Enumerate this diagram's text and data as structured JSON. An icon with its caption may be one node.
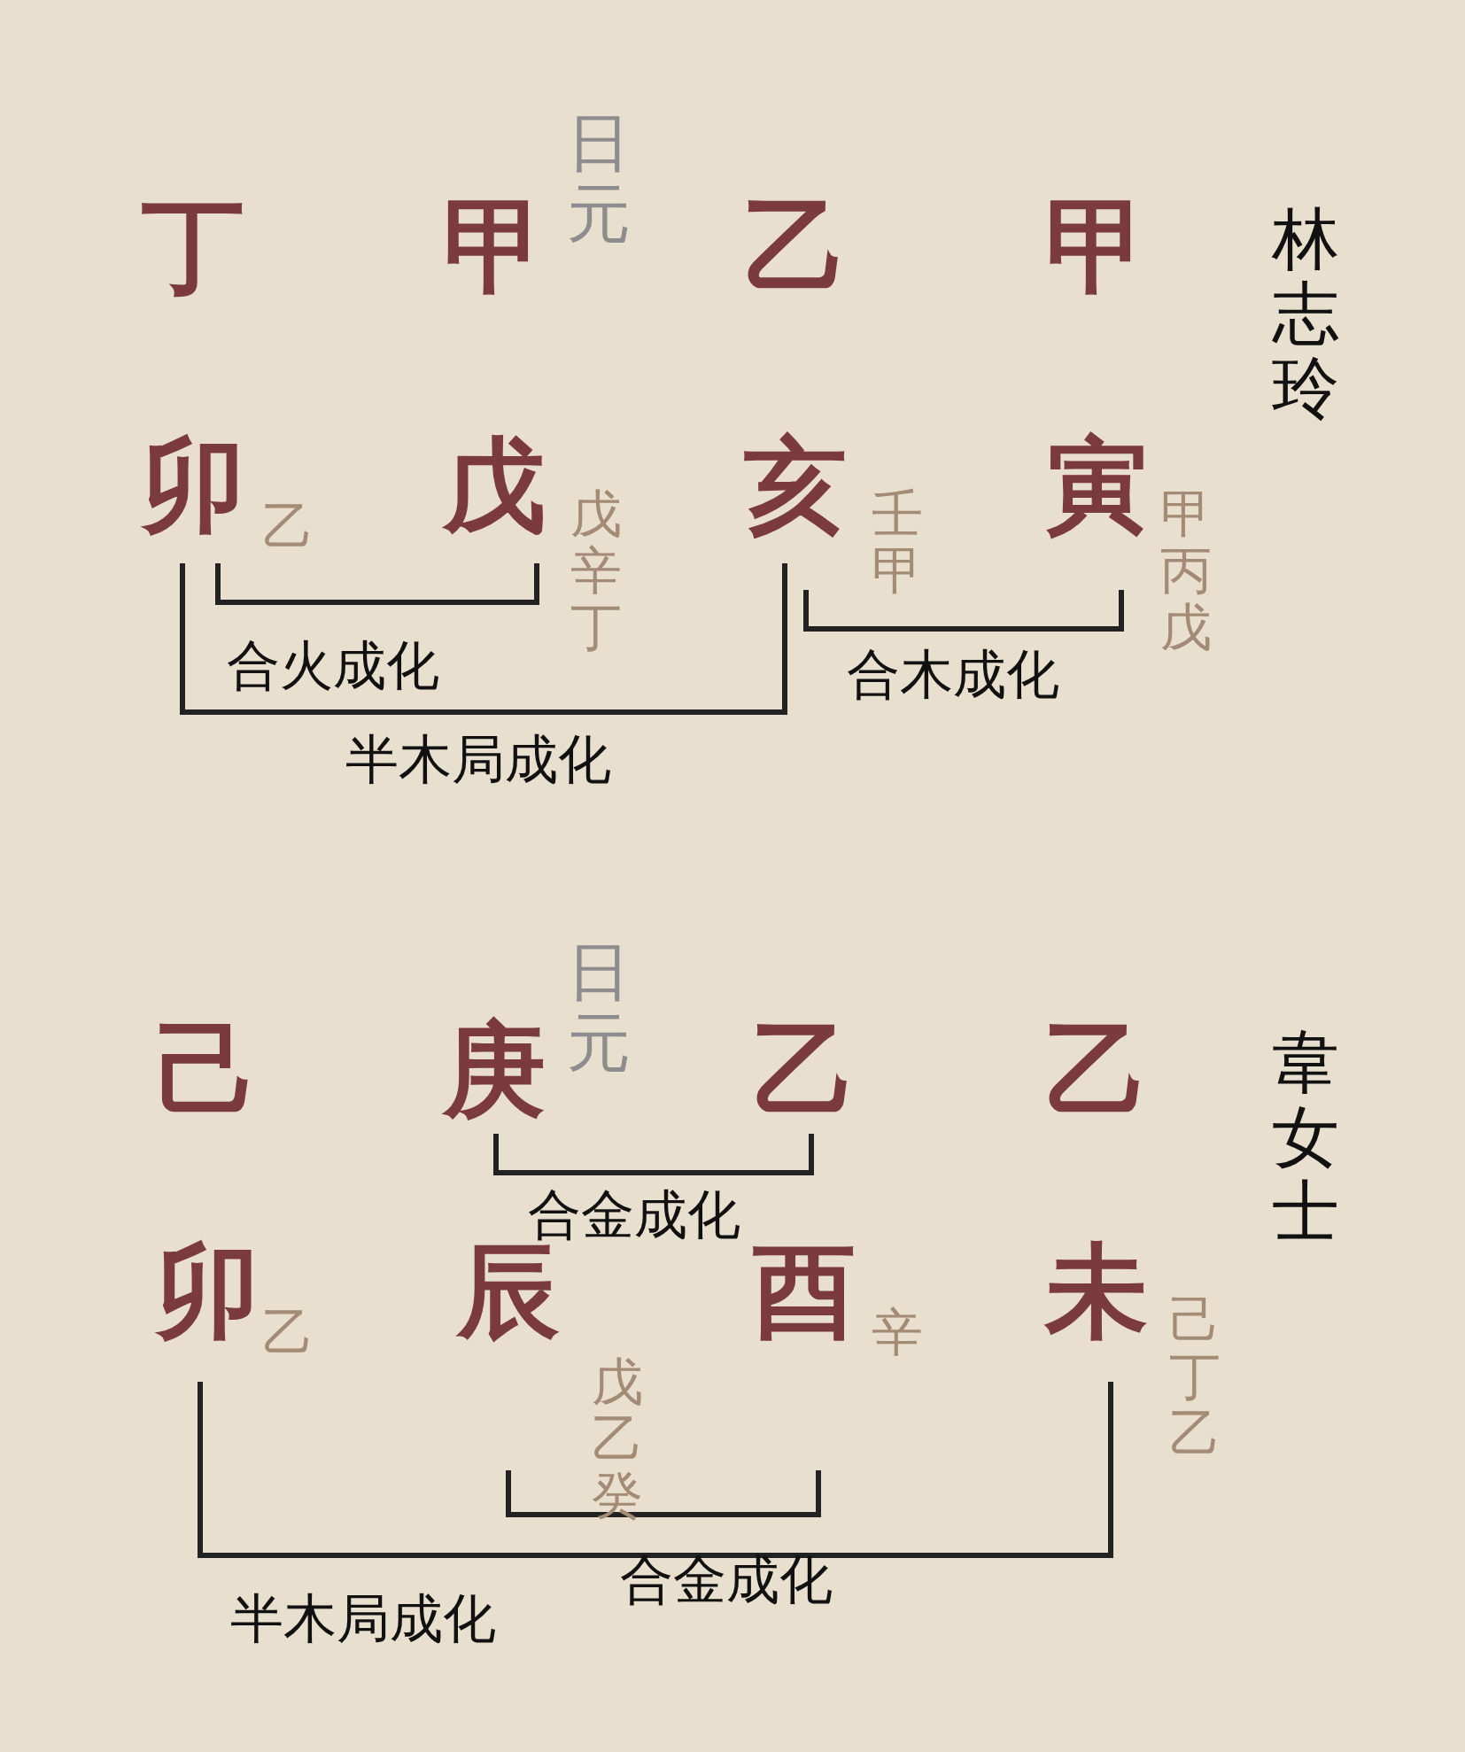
{
  "diagram": {
    "labels": [
      "日元",
      "丁",
      "甲",
      "乙",
      "甲",
      "林志玲",
      "卯",
      "乙",
      "戊",
      "戊辛丁",
      "亥",
      "壬甲",
      "寅",
      "甲丙戊",
      "合火成化",
      "合木成化",
      "半木局成化",
      "日元",
      "己",
      "庚",
      "乙",
      "乙",
      "韋女士",
      "合金成化",
      "卯",
      "乙",
      "辰",
      "戊乙癸",
      "酉",
      "辛",
      "未",
      "己丁乙",
      "合金成化",
      "半木局成化"
    ]
  }
}
